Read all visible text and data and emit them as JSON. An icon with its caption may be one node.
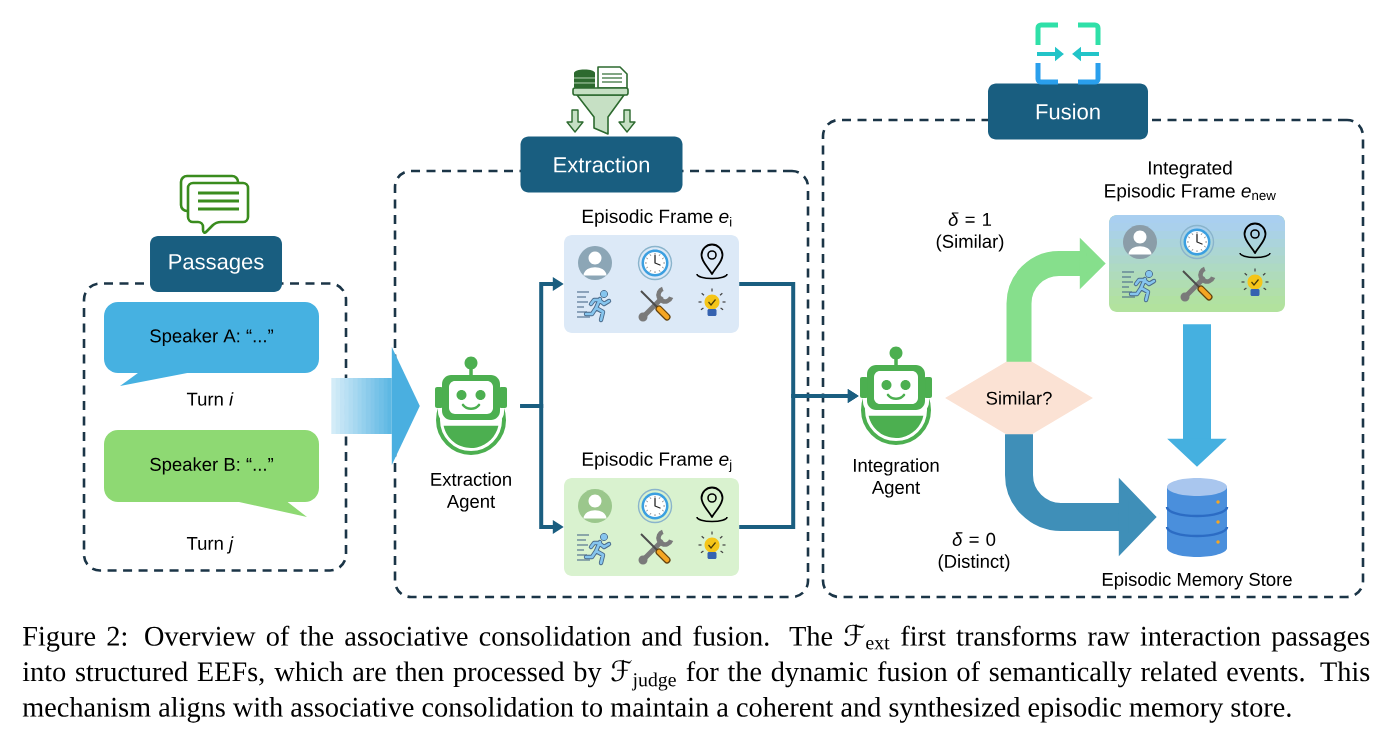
{
  "diagram": {
    "caption": "Figure 2: Overview of the associative consolidation and fusion. The ℱ$_{ext}$ first transforms raw interaction passages into structured EEFs, which are then processed by ℱ$_{judge}$ for the dynamic fusion of semantically related events. This mechanism aligns with associative consolidation to maintain a coherent and synthesized episodic memory store.",
    "nodes": [
      {
        "text": [
          "Passages"
        ]
      },
      {
        "text": [
          "Speaker A: “...”"
        ],
        "in": 0,
        "beside": [
          "Turn *i*"
        ]
      },
      {
        "text": [
          "Speaker B: “...”"
        ],
        "in": 0,
        "beside": [
          "Turn *j*"
        ]
      },
      {
        "text": [
          "Extraction"
        ]
      },
      {
        "text": [],
        "shape": "picture",
        "in": 3,
        "beside": [
          "Extraction Agent"
        ]
      },
      {
        "text": [
          "Episodic Frame *e*$_{i}$"
        ],
        "in": 3
      },
      {
        "text": [
          "Episodic Frame *e*$_{j}$"
        ],
        "in": 3
      },
      {
        "text": [
          "Fusion"
        ]
      },
      {
        "text": [],
        "shape": "picture",
        "in": 7,
        "beside": [
          "Integration Agent"
        ]
      },
      {
        "text": [
          "Similar?"
        ],
        "in": 7
      },
      {
        "text": [
          "Integrated Episodic Frame *e*$_{new}$"
        ],
        "in": 7
      },
      {
        "text": [],
        "shape": "cylinder",
        "in": 7,
        "beside": [
          "Episodic Memory Store"
        ]
      }
    ],
    "edges": [
      {
        "from": 0,
        "to": 4,
        "arrow": "to",
        "style": "thick",
        "color": "#4aafe0"
      },
      {
        "from": 4,
        "to": 5,
        "arrow": "to"
      },
      {
        "from": 4,
        "to": 6,
        "arrow": "to"
      },
      {
        "from": 5,
        "to": 8,
        "arrow": "to"
      },
      {
        "from": 6,
        "to": 8,
        "arrow": "to"
      },
      {
        "from": 9,
        "to": 10,
        "arrow": "to",
        "label": "*δ* = 1 (Similar)",
        "style": "thick",
        "color": "#86df8c"
      },
      {
        "from": 9,
        "to": 11,
        "arrow": "to",
        "label": "*δ* = 0 (Distinct)",
        "style": "thick",
        "color": "#3f8fb8"
      },
      {
        "from": 10,
        "to": 11,
        "arrow": "to",
        "style": "thick",
        "color": "#45b0e0"
      }
    ]
  }
}
